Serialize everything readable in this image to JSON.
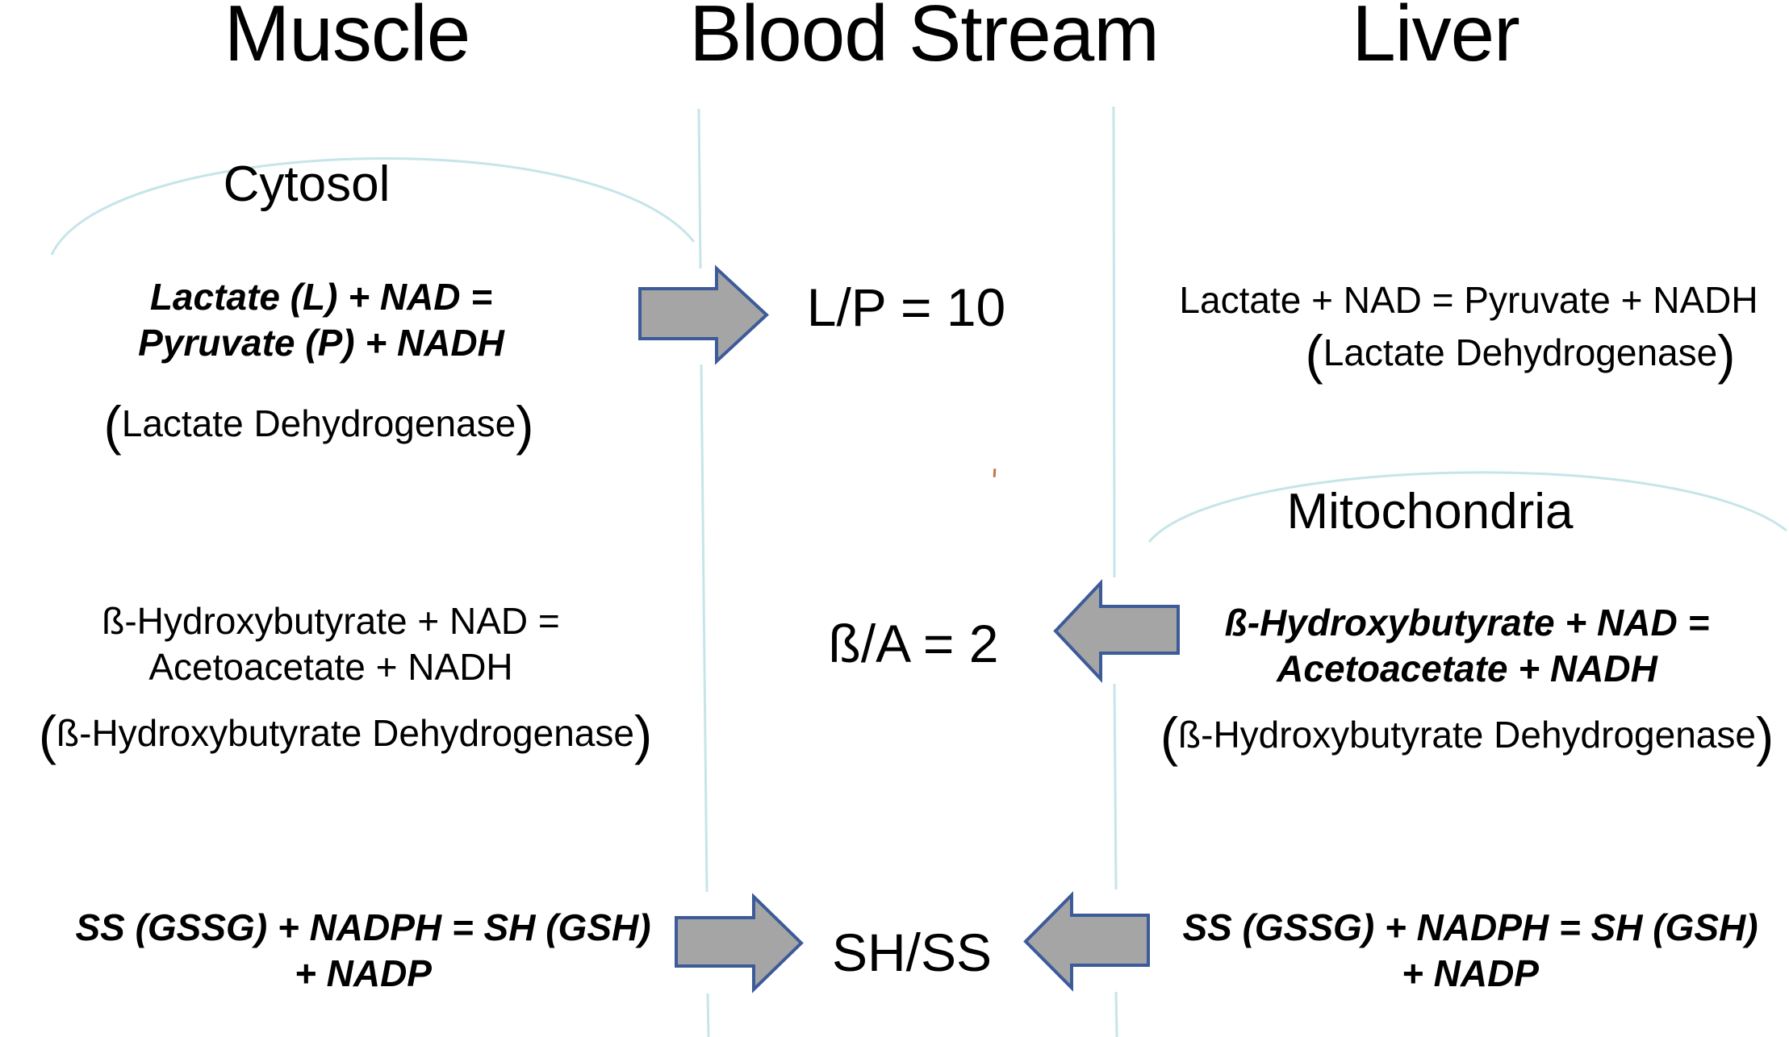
{
  "title_row": {
    "muscle": "Muscle",
    "blood_stream": "Blood Stream",
    "liver": "Liver"
  },
  "muscle": {
    "compartment_label": "Cytosol",
    "lactate_eq_line1": "Lactate (L) + NAD =",
    "lactate_eq_line2": "Pyruvate (P) + NADH",
    "lactate_enzyme": "(Lactate Dehydrogenase)",
    "bhb_eq_line1": "ß-Hydroxybutyrate + NAD =",
    "bhb_eq_line2": "Acetoacetate + NADH",
    "bhb_enzyme": "(ß-Hydroxybutyrate Dehydrogenase)",
    "glutathione_eq_line1": "SS (GSSG) + NADPH = SH (GSH)",
    "glutathione_eq_line2": "+ NADP"
  },
  "blood_stream": {
    "lactate_pyruvate_ratio": "L/P = 10",
    "bhb_acetoacetate_ratio": "ß/A = 2",
    "glutathione_ratio": "SH/SS"
  },
  "liver": {
    "lactate_eq": "Lactate + NAD = Pyruvate + NADH",
    "lactate_enzyme": "(Lactate Dehydrogenase)",
    "compartment_label": "Mitochondria",
    "bhb_eq_line1": "ß-Hydroxybutyrate + NAD =",
    "bhb_eq_line2": "Acetoacetate + NADH",
    "bhb_enzyme": "(ß-Hydroxybutyrate Dehydrogenase)",
    "glutathione_eq_line1": "SS (GSSG) + NADPH = SH (GSH)",
    "glutathione_eq_line2": "+ NADP"
  },
  "colors": {
    "arrow_fill": "#a5a5a5",
    "arrow_border": "#3d5a99",
    "membrane_line": "#c6e5e9",
    "text": "#000000"
  }
}
